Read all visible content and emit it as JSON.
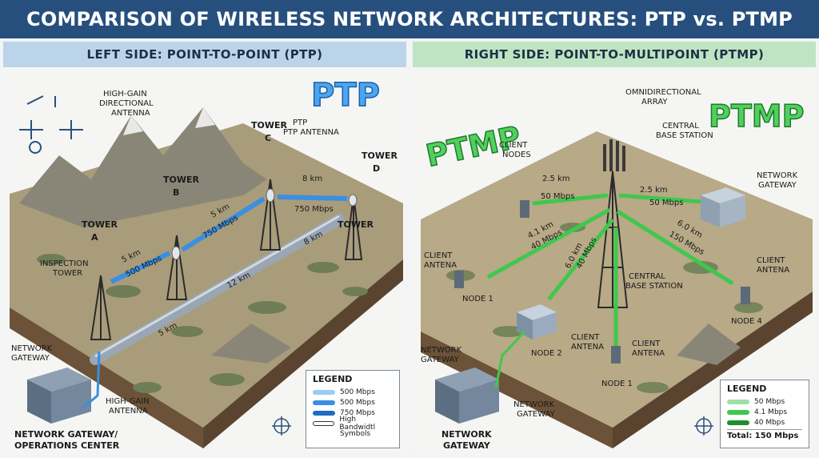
{
  "title": "COMPARISON OF WIRELESS NETWORK ARCHITECTURES: PTP vs. PTMP",
  "left": {
    "heading": "LEFT SIDE: POINT-TO-POINT (PTP)",
    "badge": "PTP",
    "labels": {
      "high_gain": "HIGH-GAIN",
      "directional": "DIRECTIONAL",
      "antenna": "ANTENNA",
      "tower_a_1": "TOWER",
      "tower_a_2": "A",
      "tower_b_1": "TOWER",
      "tower_b_2": "B",
      "tower_c_1": "TOWER",
      "tower_c_2": "C",
      "tower_d_1": "TOWER",
      "tower_d_2": "D",
      "ptp_antenna_1": "PTP",
      "ptp_antenna_2": "PTP ANTENNA",
      "inspection_1": "INSPECTION",
      "inspection_2": "TOWER",
      "tower_plain": "TOWER",
      "gateway_1": "NETWORK",
      "gateway_2": "GATEWAY",
      "ops_1": "NETWORK GATEWAY/",
      "ops_2": "OPERATIONS CENTER",
      "hg_ant_1": "HIGH-GAIN",
      "hg_ant_2": "ANTENNA"
    },
    "links": [
      {
        "dist": "5 km",
        "rate": "500 Mbps"
      },
      {
        "dist": "5 km",
        "rate": "750 Mbps"
      },
      {
        "dist": "8 km",
        "rate": "750 Mbps"
      }
    ],
    "pipeline": {
      "d1": "8 km",
      "d2": "12 km",
      "d3": "5 km"
    },
    "legend": {
      "title": "LEGEND",
      "items": [
        "500 Mbps",
        "500 Mbps",
        "750 Mbps",
        "High Bandwidtl",
        "Symbols"
      ]
    }
  },
  "right": {
    "heading": "RIGHT SIDE: POINT-TO-MULTIPOINT (PTMP)",
    "badge": "PTMP",
    "labels": {
      "omni_1": "OMNIDIRECTIONAL",
      "omni_2": "ARRAY",
      "central_1": "CENTRAL",
      "central_2": "BASE STATION",
      "client_nodes_1": "CLIENT",
      "client_nodes_2": "NODES",
      "net_gw_1": "NETWORK",
      "net_gw_2": "GATEWAY",
      "client_ant_1": "CLIENT",
      "client_ant_2": "ANTENA",
      "client_ant_r1": "CLIENT",
      "client_ant_r2": "ANTENA",
      "node1": "NODE 1",
      "node2": "NODE 2",
      "node4": "NODE 4",
      "node1b": "NODE 1",
      "central_mid_1": "CENTRAL",
      "central_mid_2": "BASE STATION",
      "client_ant_m1": "CLIENT",
      "client_ant_m2": "ANTENA",
      "client_ant_m3": "CLIENT",
      "client_ant_m4": "ANTENA",
      "bl_gw_1": "NETWORK",
      "bl_gw_2": "GATEWAY",
      "bm_gw_1": "NETWORK",
      "bm_gw_2": "GATEWAY",
      "bb_gw_1": "NETWORK",
      "bb_gw_2": "GATEWAY"
    },
    "links": [
      {
        "dist": "2.5 km",
        "rate": "50 Mbps"
      },
      {
        "dist": "2.5 km",
        "rate": "50 Mbps"
      },
      {
        "dist": "4.1 km",
        "rate": "40 Mbps"
      },
      {
        "dist": "6.0 km",
        "rate": "40 Mbps"
      },
      {
        "dist": "6.0 km",
        "rate": "150 Mbps"
      }
    ],
    "legend": {
      "title": "LEGEND",
      "items": [
        "50 Mbps",
        "4.1 Mbps",
        "40 Mbps"
      ],
      "total": "Total: 150 Mbps"
    }
  },
  "colors": {
    "title_bg": "#264f7e",
    "ptp_blue": "#3a8fe0",
    "ptmp_green": "#3fc84d",
    "terrain": "#a89a78",
    "soil": "#6b5238"
  }
}
